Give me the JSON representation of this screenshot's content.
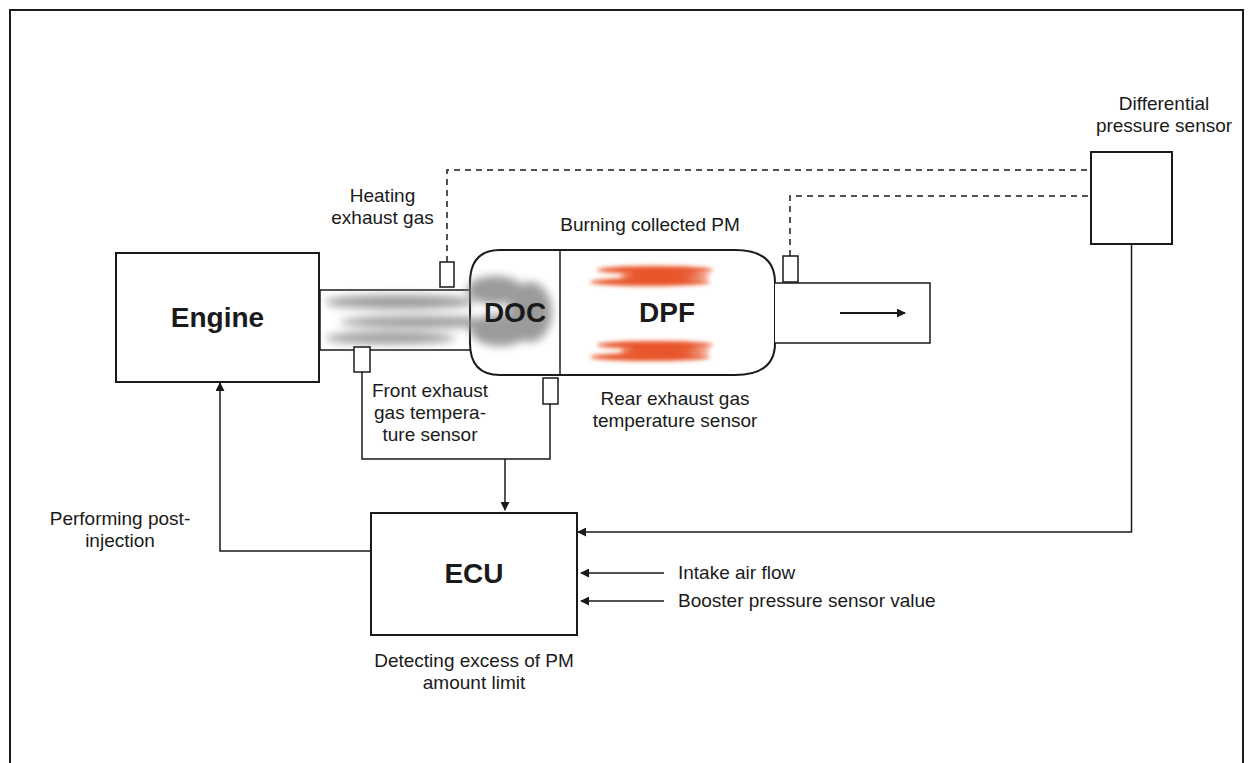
{
  "diagram": {
    "nodes": [
      {
        "text": [
          "Engine"
        ]
      },
      {
        "text": [
          "DOC"
        ]
      },
      {
        "text": [
          "DPF"
        ]
      },
      {
        "text": [
          "Differential pressure sensor"
        ]
      },
      {
        "text": [
          "ECU",
          "Detecting excess of PM amount limit"
        ]
      }
    ],
    "edges": [
      {
        "from": 4,
        "to": 0,
        "arrow": "to",
        "label": "Performing post-injection"
      },
      {
        "from": 3,
        "to": 4,
        "arrow": "to"
      }
    ],
    "labels": [
      "Heating exhaust gas",
      "Burning collected PM",
      "Front exhaust gas tempera- ture sensor",
      "Rear exhaust gas temperature sensor",
      "Intake air flow",
      "Booster pressure sensor value"
    ]
  }
}
